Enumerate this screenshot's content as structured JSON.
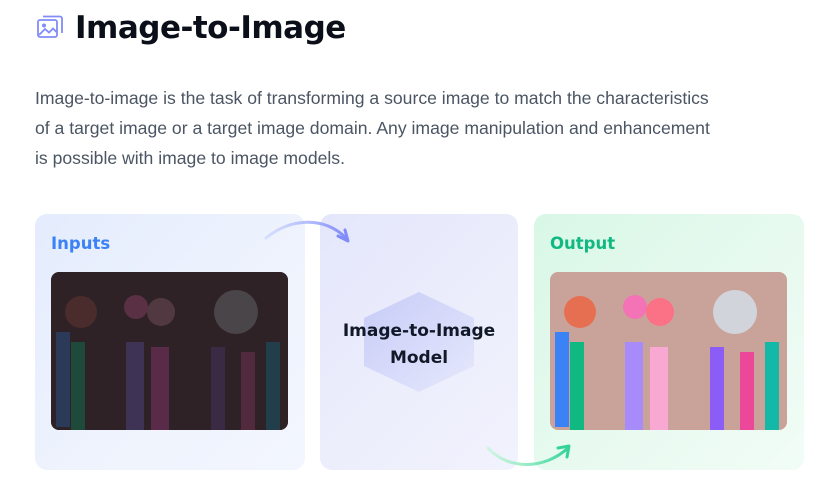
{
  "header": {
    "icon": "image-icon",
    "title": "Image-to-Image"
  },
  "description": "Image-to-image is the task of transforming a source image to match the characteristics of a target image or a target image domain. Any image manipulation and enhancement is possible with image to image models.",
  "diagram": {
    "inputs_label": "Inputs",
    "model_label": "Image-to-Image Model",
    "output_label": "Output"
  },
  "colors": {
    "inputs_accent": "#3b82f6",
    "output_accent": "#10b981",
    "model_accent": "#6366f1"
  }
}
